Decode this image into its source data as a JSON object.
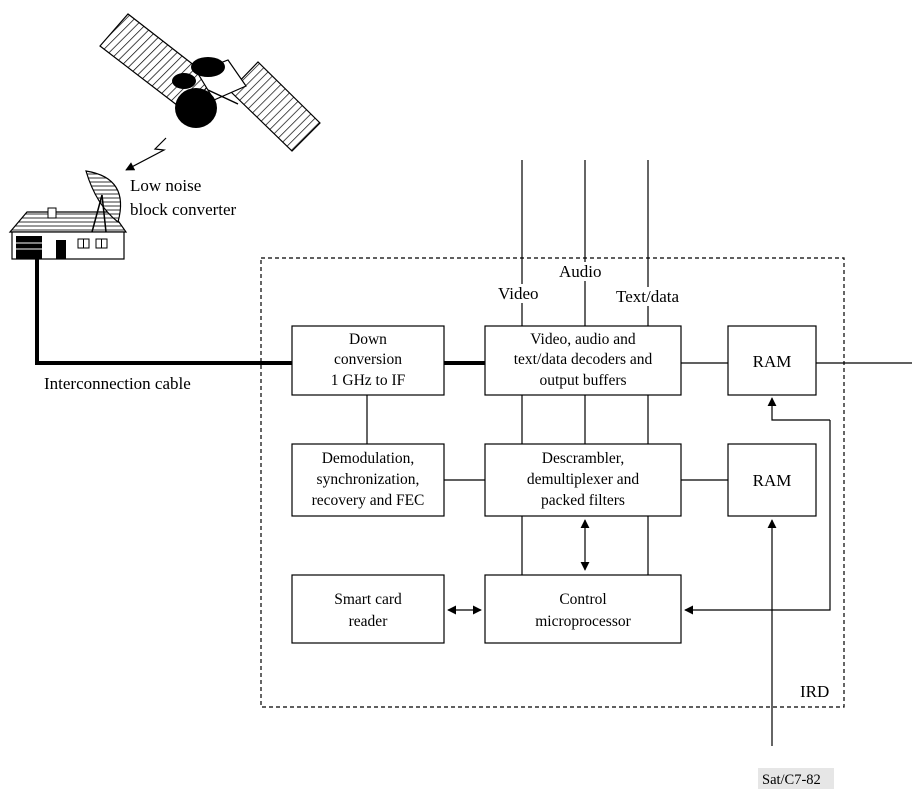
{
  "labels": {
    "lnb": [
      "Low noise",
      "block converter"
    ],
    "interconnection": "Interconnection cable",
    "video": "Video",
    "audio": "Audio",
    "textdata": "Text/data",
    "ird": "IRD",
    "figure_id": "Sat/C7-82"
  },
  "blocks": {
    "down_conversion": [
      "Down",
      "conversion",
      "1 GHz to IF"
    ],
    "demodulation": [
      "Demodulation,",
      "synchronization,",
      "recovery and FEC"
    ],
    "decoders": [
      "Video, audio and",
      "text/data decoders and",
      "output buffers"
    ],
    "descrambler": [
      "Descrambler,",
      "demultiplexer and",
      "packed filters"
    ],
    "ram_top": [
      "RAM"
    ],
    "ram_bottom": [
      "RAM"
    ],
    "smart_card": [
      "Smart card",
      "reader"
    ],
    "control": [
      "Control",
      "microprocessor"
    ]
  }
}
